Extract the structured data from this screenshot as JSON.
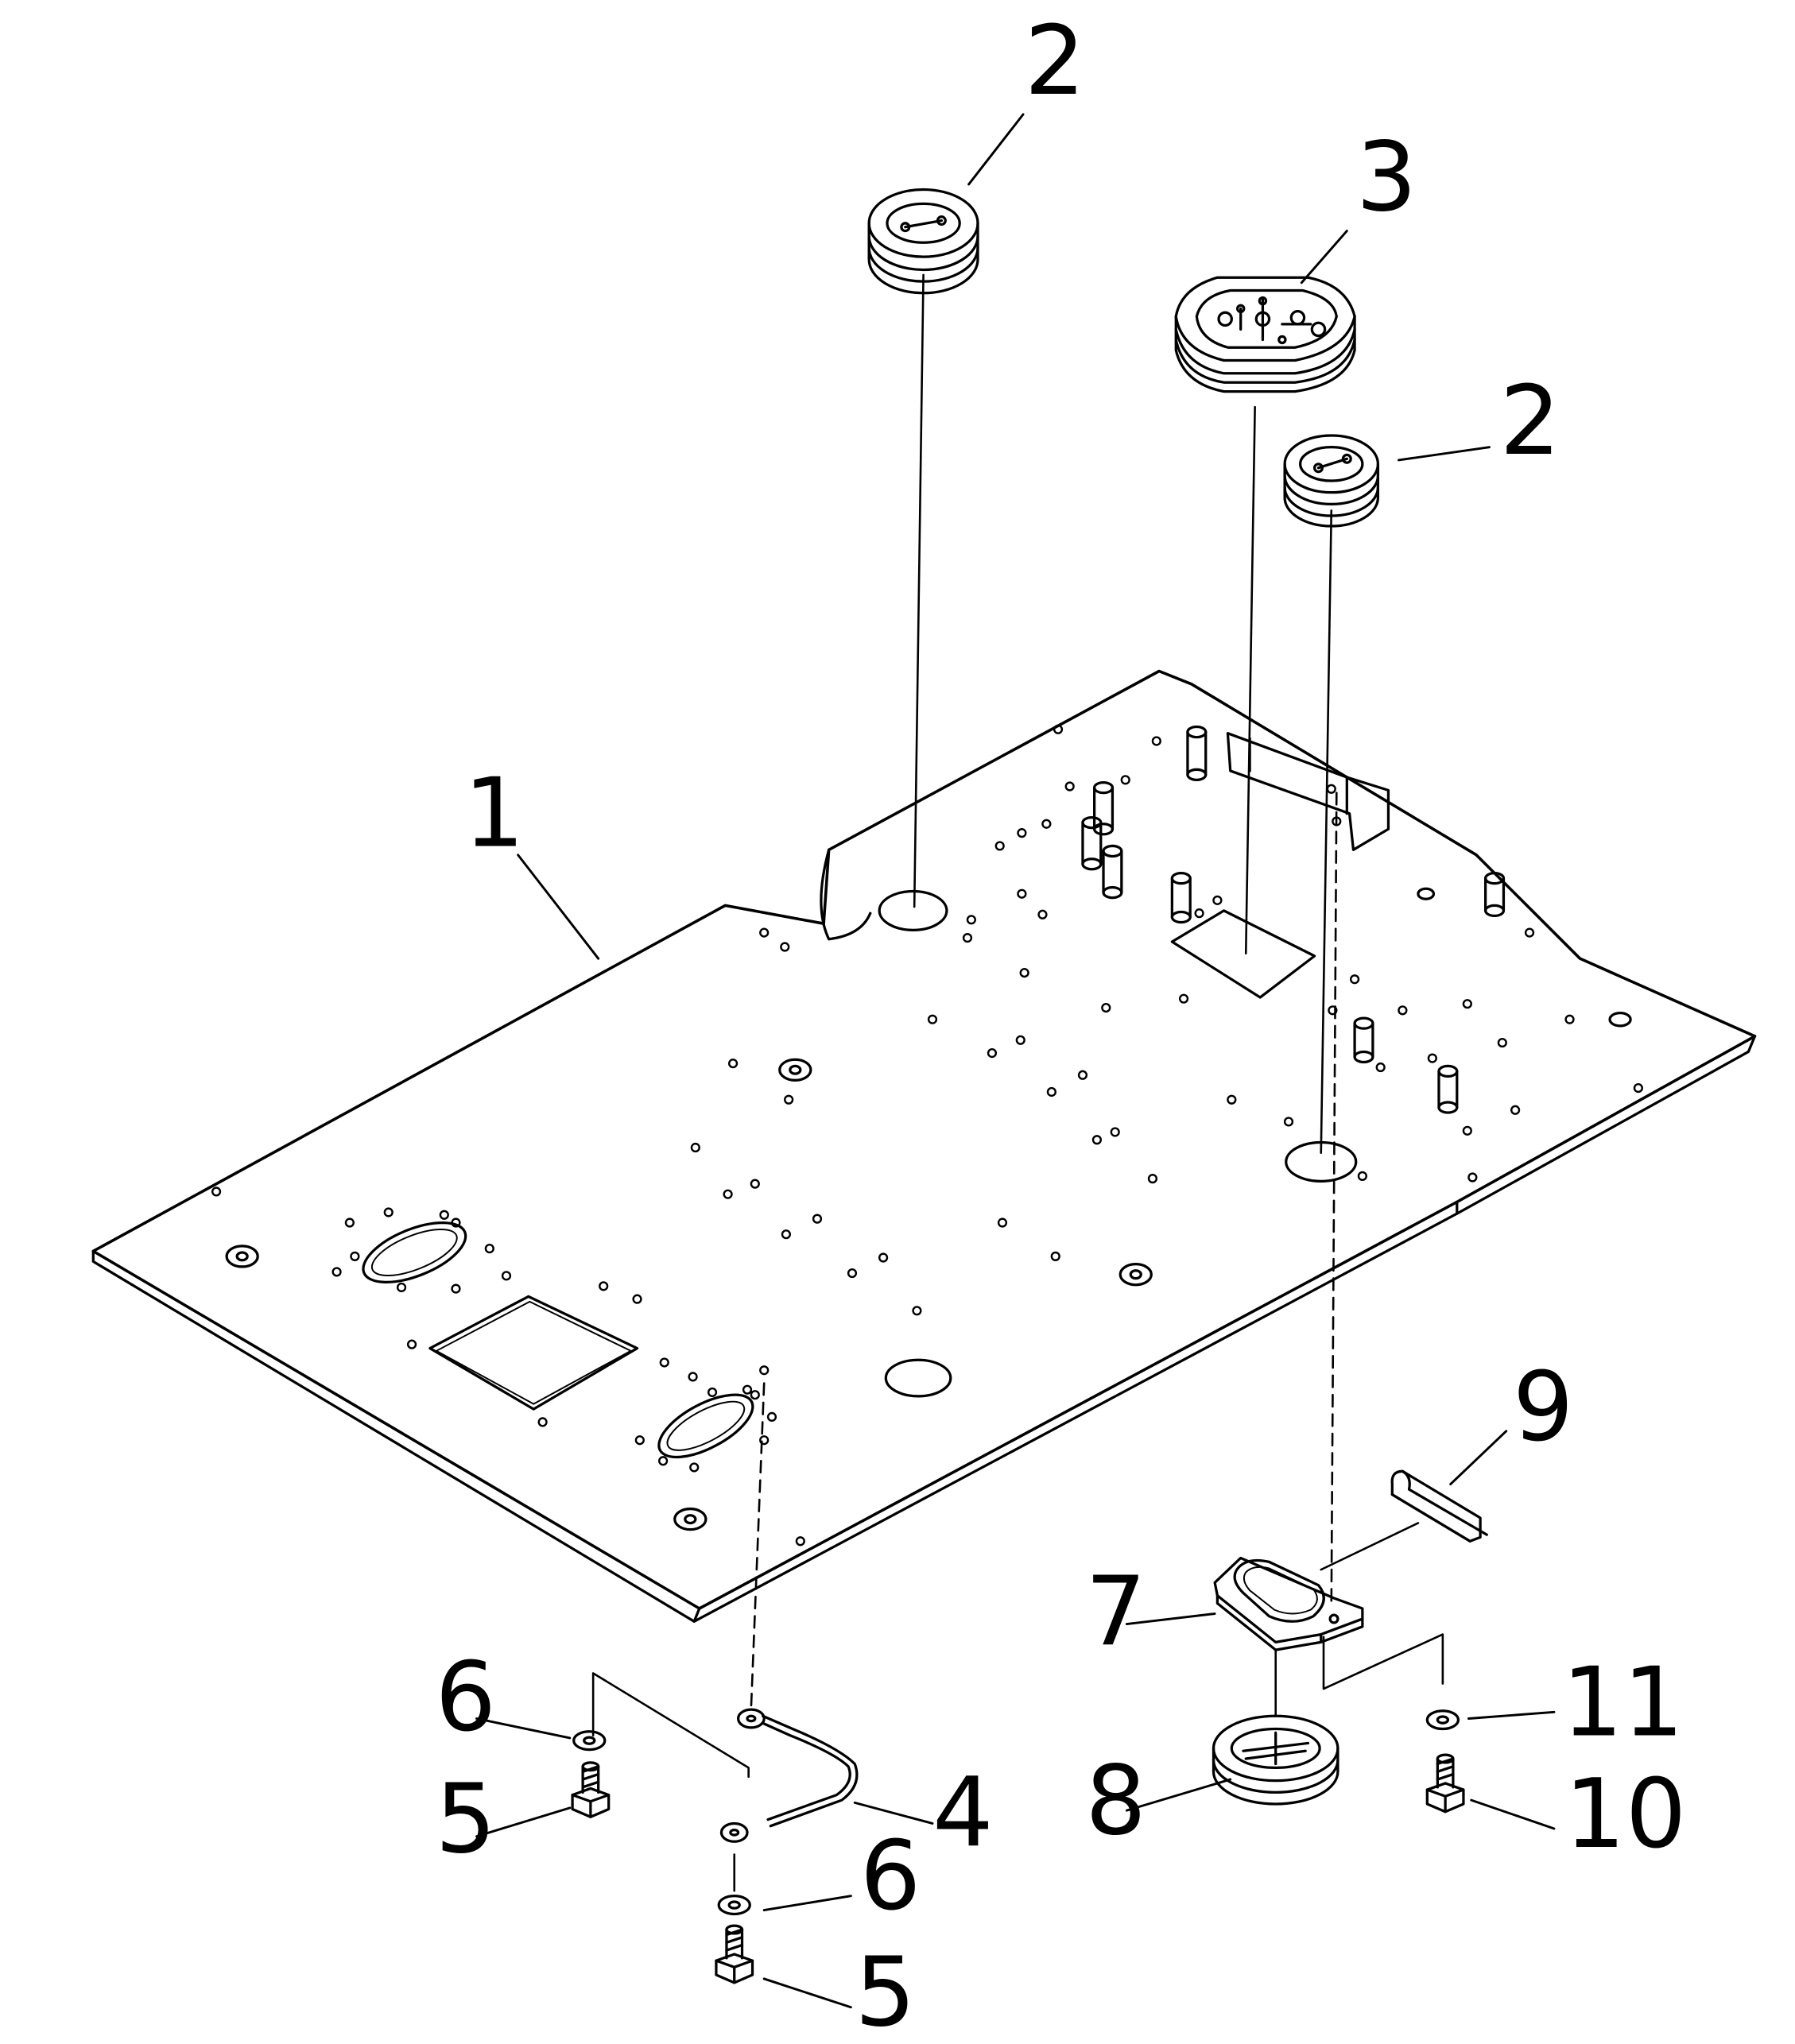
{
  "callouts": {
    "c1": "1",
    "c2a": "2",
    "c2b": "2",
    "c3": "3",
    "c4": "4",
    "c5a": "5",
    "c5b": "5",
    "c6a": "6",
    "c6b": "6",
    "c7": "7",
    "c8": "8",
    "c9": "9",
    "c10": "10",
    "c11": "11"
  }
}
